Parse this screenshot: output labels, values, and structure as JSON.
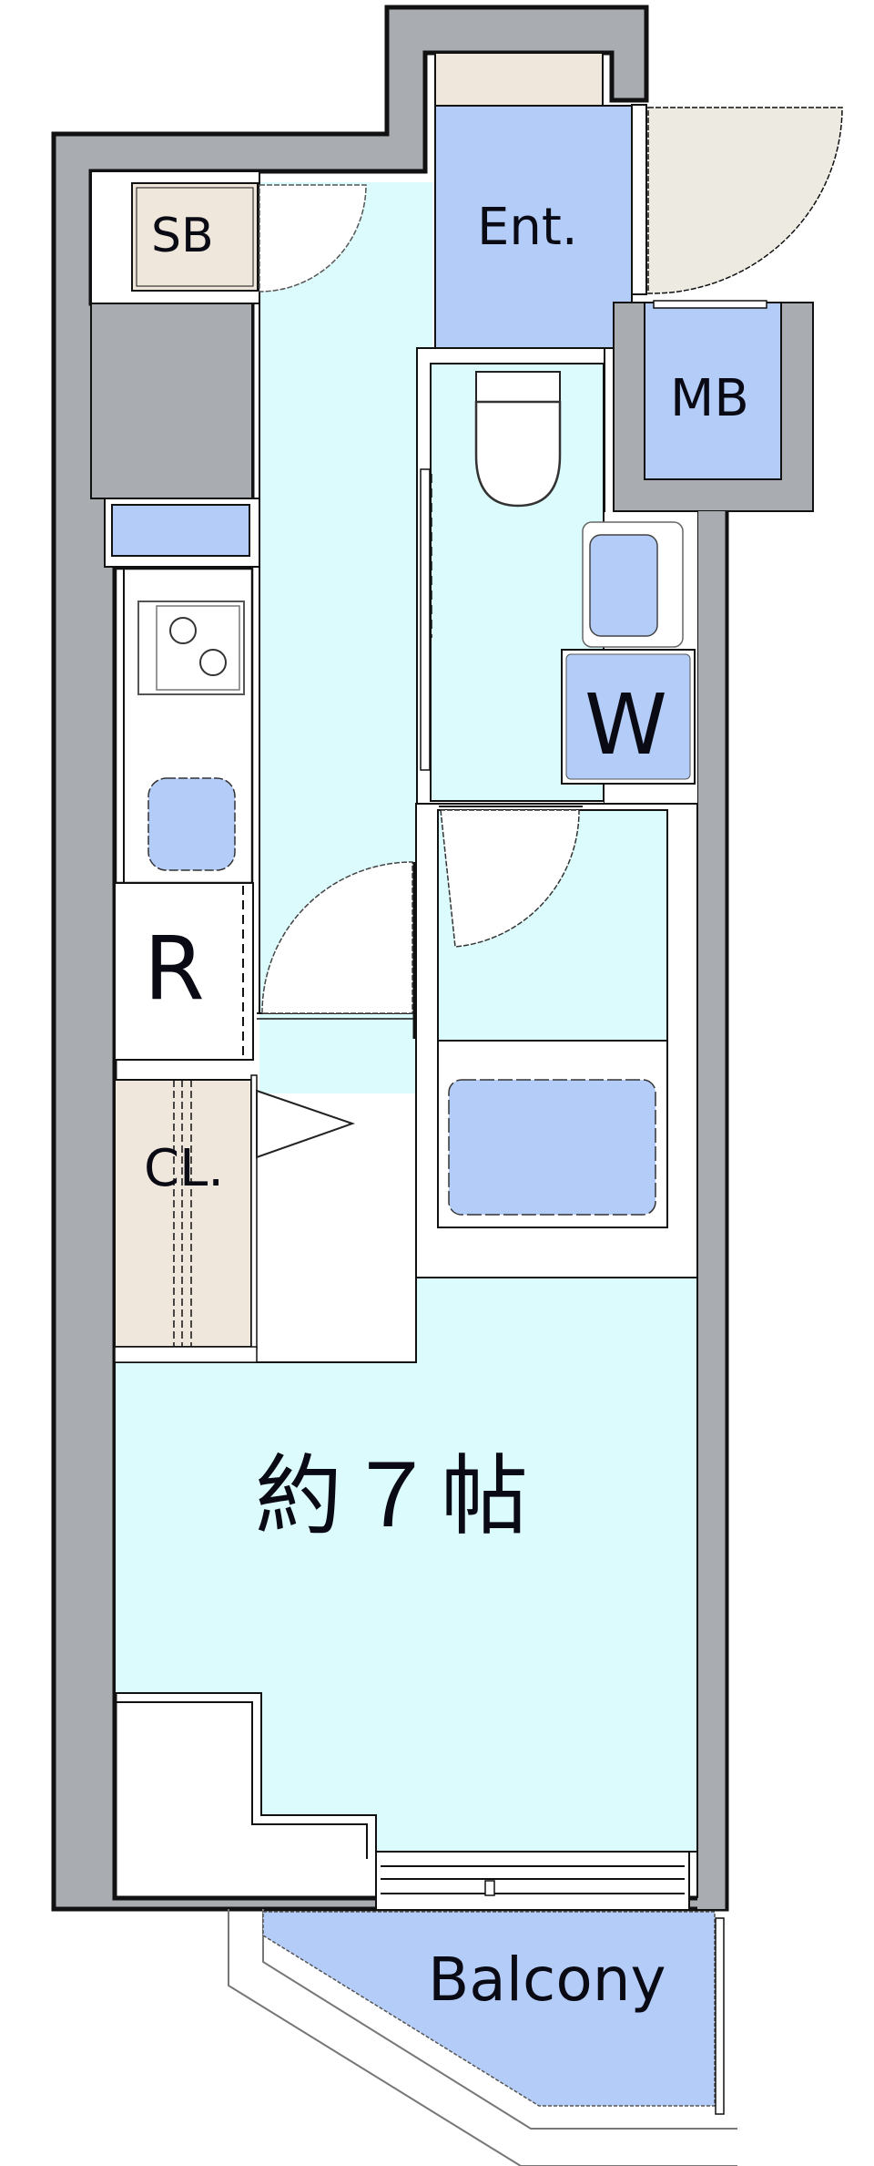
{
  "floorplan": {
    "title": "1K floor plan",
    "colors": {
      "wall": "#a9adb2",
      "wall_outline": "#111111",
      "floor_room": "#dcfbfc",
      "floor_wet": "#b4cdf8",
      "storage": "#efe6dc",
      "door_swing_outer": "#edeae1",
      "white": "#ffffff"
    },
    "rooms": [
      {
        "id": "sb",
        "label": "SB",
        "meaning": "shoe box"
      },
      {
        "id": "ent",
        "label": "Ent.",
        "meaning": "entrance"
      },
      {
        "id": "mb",
        "label": "MB",
        "meaning": "meter box"
      },
      {
        "id": "w",
        "label": "W",
        "meaning": "washing machine"
      },
      {
        "id": "r",
        "label": "R",
        "meaning": "refrigerator"
      },
      {
        "id": "cl",
        "label": "CL.",
        "meaning": "closet"
      },
      {
        "id": "main",
        "label": "約７帖",
        "meaning": "approx. 7 tatami main room"
      },
      {
        "id": "balcony",
        "label": "Balcony",
        "meaning": "balcony"
      }
    ],
    "fixtures": [
      "toilet",
      "wash-basin",
      "kitchen-stove-2-burner",
      "kitchen-sink",
      "bathtub",
      "entrance-door",
      "toilet-door",
      "washroom-door",
      "room-door",
      "closet-door",
      "balcony-window"
    ]
  }
}
